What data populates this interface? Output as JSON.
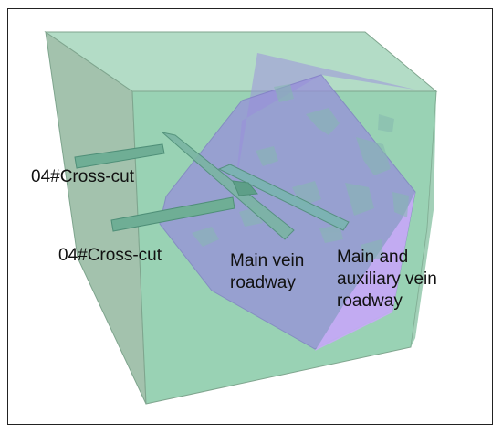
{
  "labels": {
    "cross_cut_upper": "04#Cross-cut",
    "cross_cut_lower": "04#Cross-cut",
    "main_vein_line1": "Main vein",
    "main_vein_line2": "roadway",
    "aux_line1": "Main and",
    "aux_line2": "auxiliary vein",
    "aux_line3": "roadway"
  },
  "colors": {
    "block_face_left": "#9cc4a8",
    "block_face_front": "#8fd0ae",
    "block_face_top": "#a7dcc0",
    "ore_body": "#9a8fe0",
    "ore_body_bright": "#c4a8f4",
    "roadway": "#6fae95",
    "frame": "#222222"
  }
}
